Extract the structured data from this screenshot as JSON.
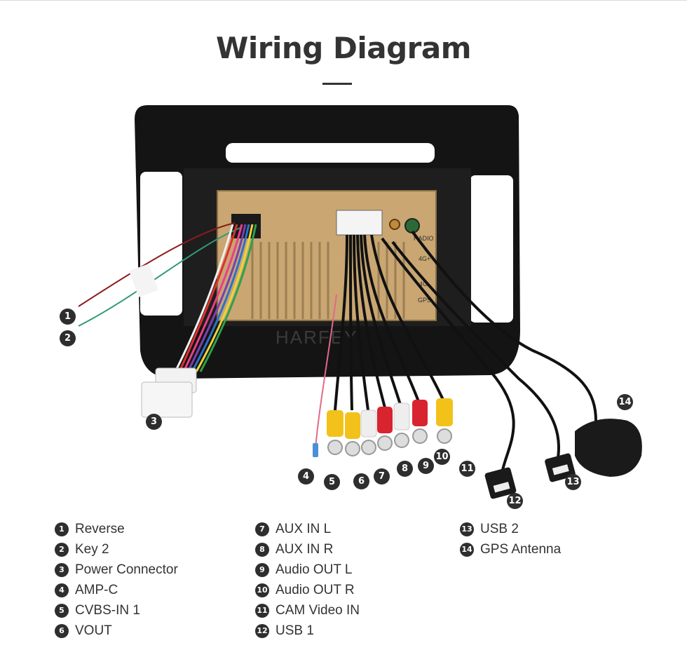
{
  "page": {
    "title": "Wiring Diagram",
    "watermark": "HARFEY"
  },
  "unit": {
    "port_labels": [
      "RADIO",
      "4G+",
      "4G",
      "GPS"
    ]
  },
  "callouts": [
    "1",
    "2",
    "3",
    "4",
    "5",
    "6",
    "7",
    "8",
    "9",
    "10",
    "11",
    "12",
    "13",
    "14"
  ],
  "legend": {
    "col1": [
      {
        "num": "1",
        "label": "Reverse"
      },
      {
        "num": "2",
        "label": "Key 2"
      },
      {
        "num": "3",
        "label": "Power Connector"
      },
      {
        "num": "4",
        "label": "AMP-C"
      },
      {
        "num": "5",
        "label": "CVBS-IN 1"
      },
      {
        "num": "6",
        "label": "VOUT"
      }
    ],
    "col2": [
      {
        "num": "7",
        "label": "AUX IN L"
      },
      {
        "num": "8",
        "label": "AUX IN R"
      },
      {
        "num": "9",
        "label": "Audio OUT L"
      },
      {
        "num": "10",
        "label": "Audio OUT R"
      },
      {
        "num": "11",
        "label": "CAM Video IN"
      },
      {
        "num": "12",
        "label": "USB 1"
      }
    ],
    "col3": [
      {
        "num": "13",
        "label": "USB 2"
      },
      {
        "num": "14",
        "label": "GPS Antenna"
      }
    ]
  },
  "colors": {
    "frame": "#141414",
    "unit_gold": "#c9a672",
    "rca_yellow": "#f2c21b",
    "rca_red": "#d8242f",
    "rca_white": "#eeeeee",
    "badge": "#2e2e2e"
  }
}
